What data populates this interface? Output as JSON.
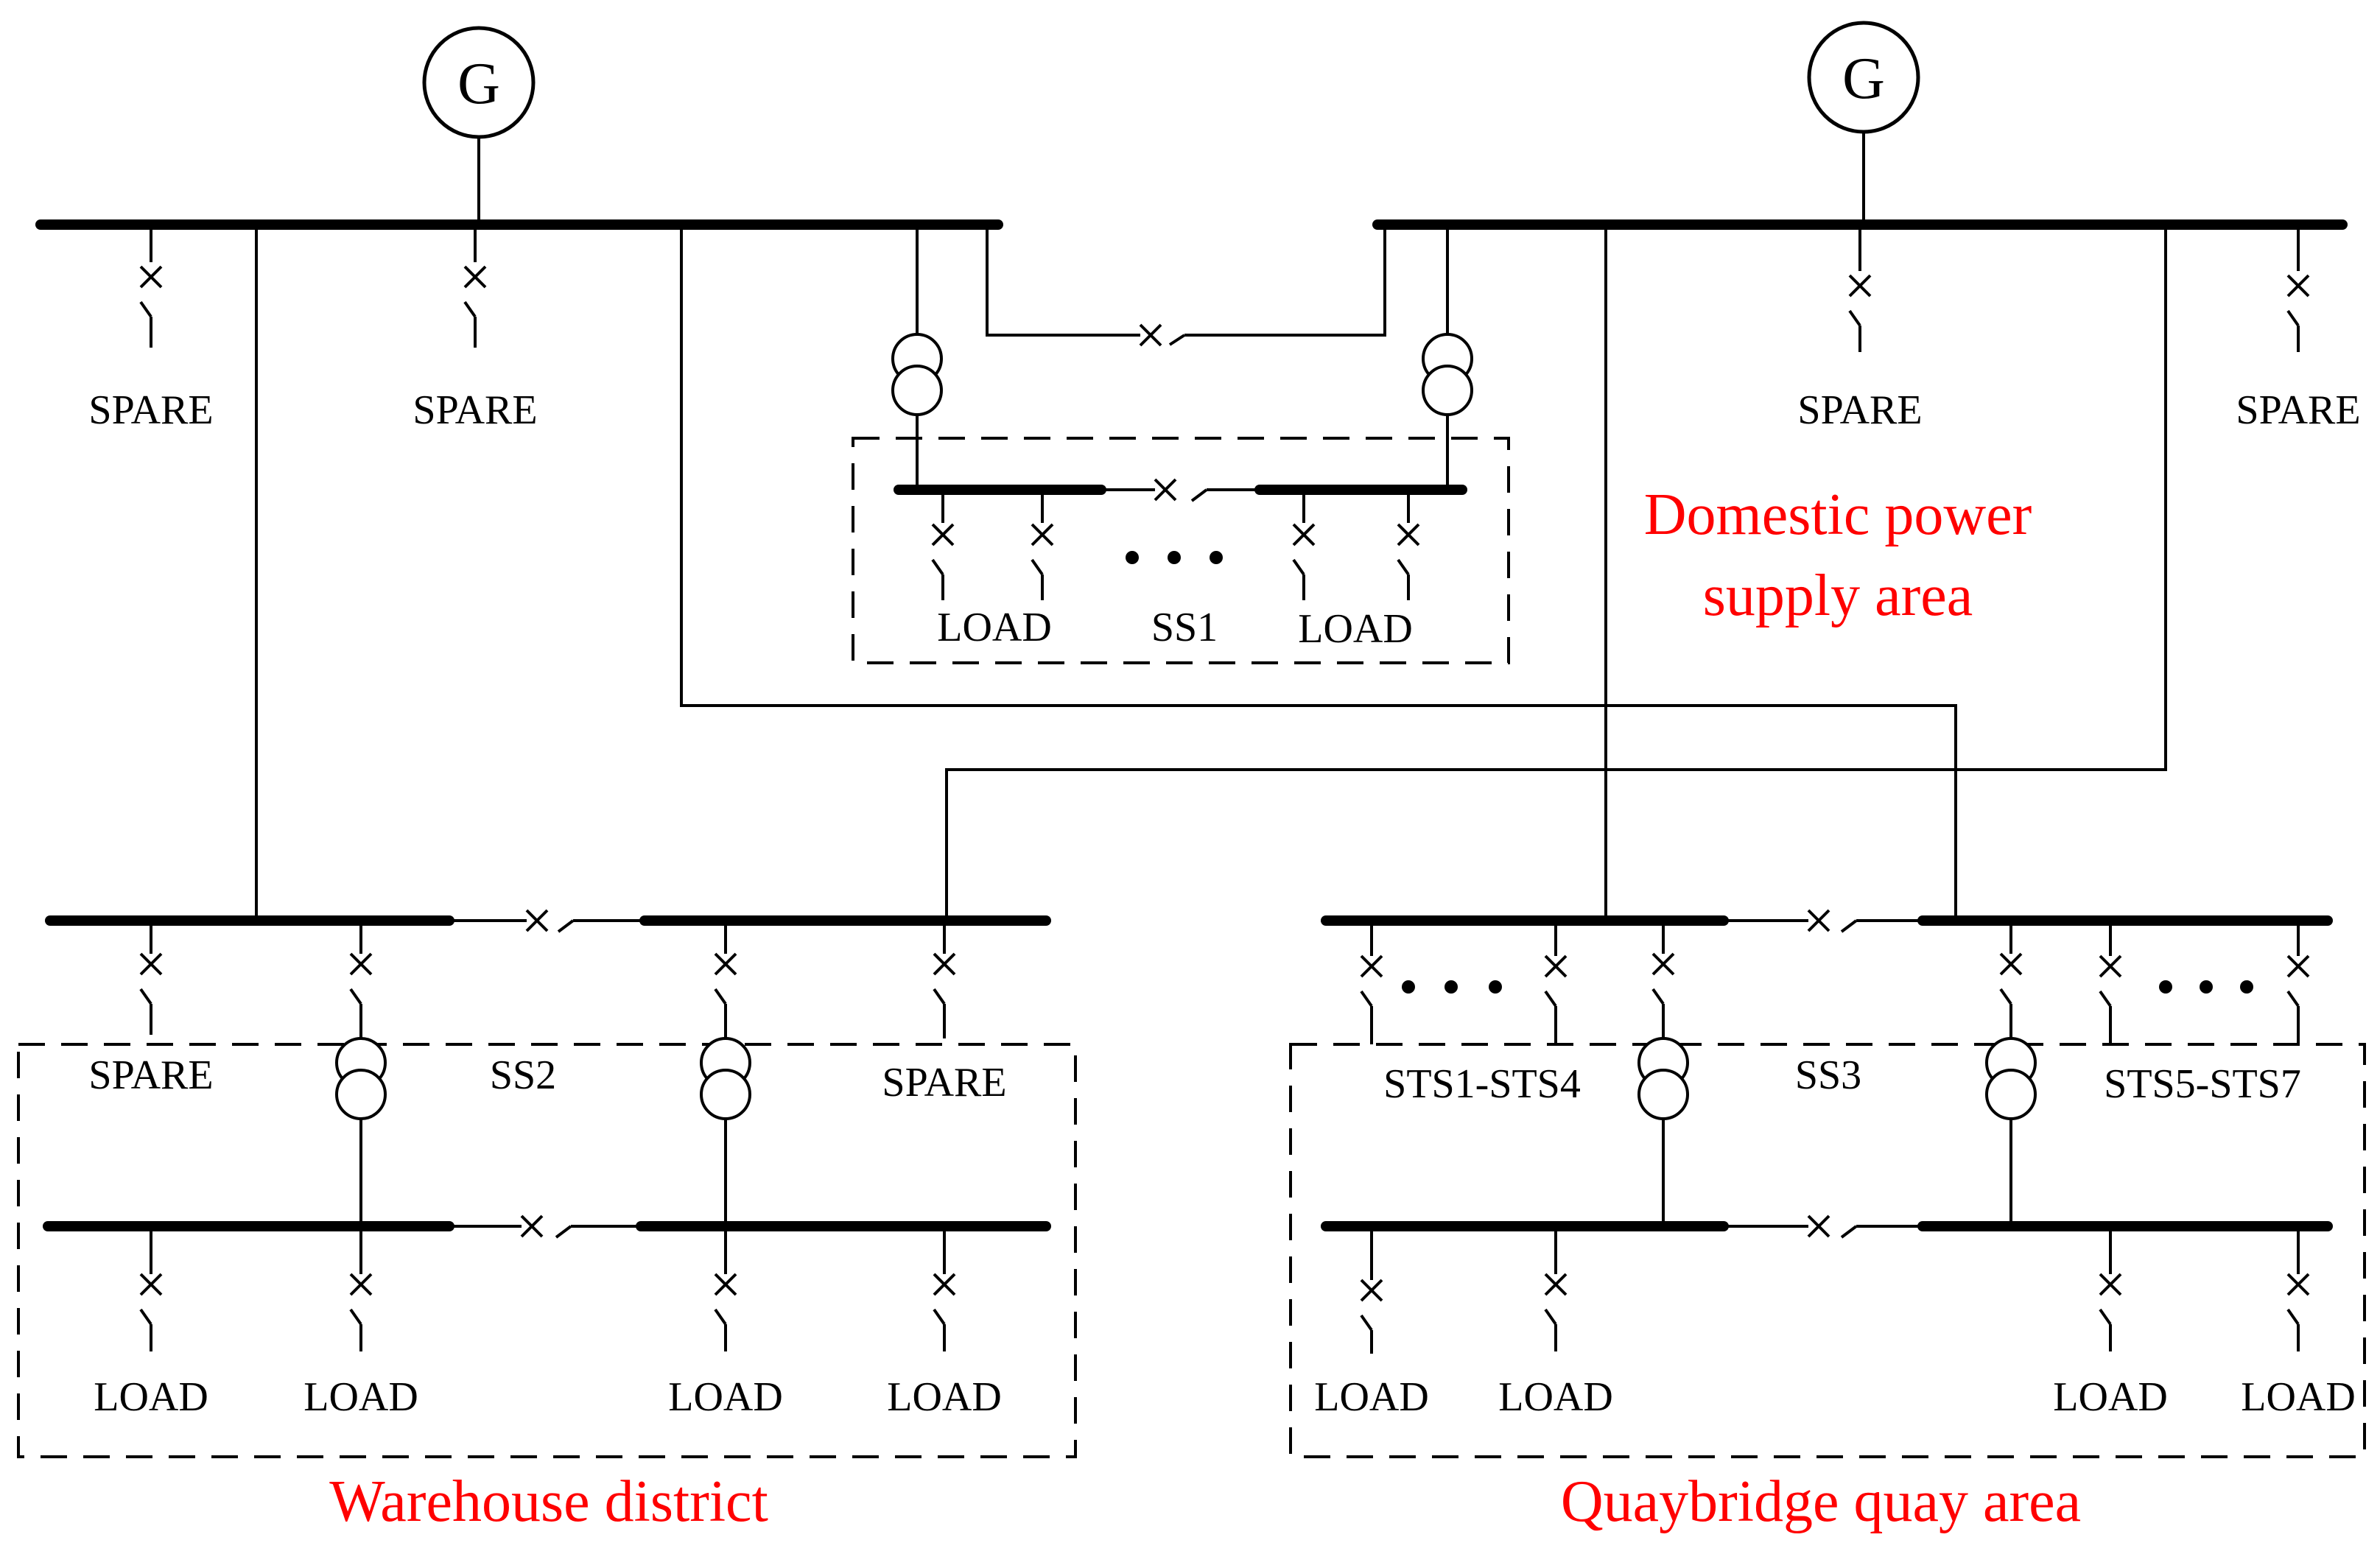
{
  "generators": [
    {
      "symbol": "G"
    },
    {
      "symbol": "G"
    }
  ],
  "labels": {
    "spare": "SPARE",
    "load": "LOAD",
    "ss1": "SS1",
    "ss2": "SS2",
    "ss3": "SS3",
    "sts1_4": "STS1-STS4",
    "sts5_7": "STS5-STS7"
  },
  "areas": {
    "domestic_line1": "Domestic power",
    "domestic_line2": "supply area",
    "warehouse": "Warehouse district",
    "quay": "Quaybridge quay area"
  },
  "colors": {
    "line": "#000000",
    "area_label": "#ff0000"
  }
}
